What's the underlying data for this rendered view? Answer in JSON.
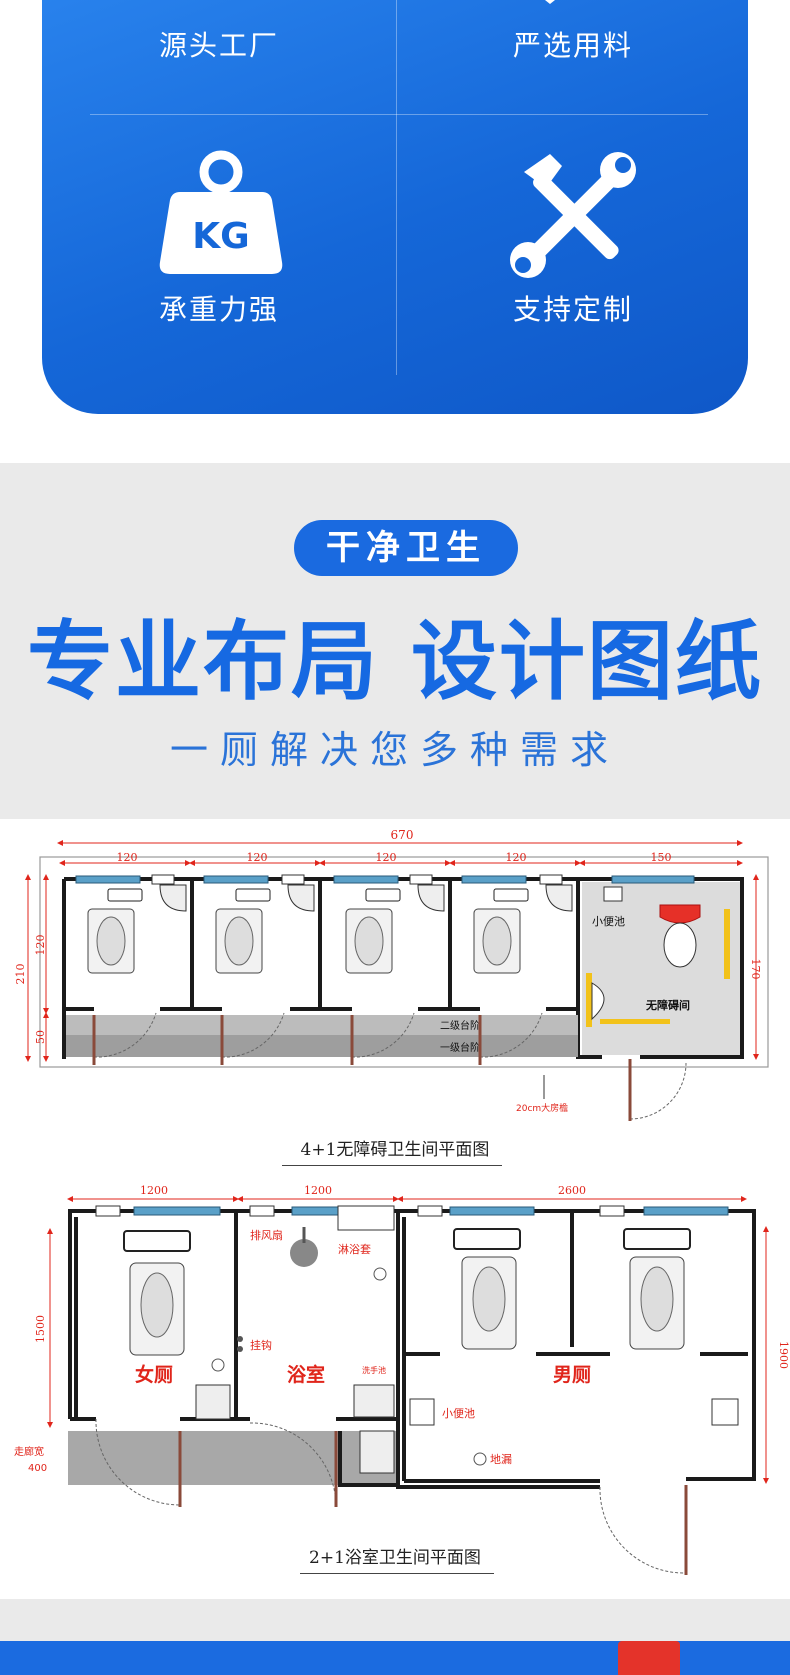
{
  "features": {
    "items": [
      {
        "label": "源头工厂",
        "icon": "factory-icon"
      },
      {
        "label": "严选用料",
        "icon": "material-icon"
      },
      {
        "label": "承重力强",
        "icon": "kg-weight-icon",
        "icon_text": "KG"
      },
      {
        "label": "支持定制",
        "icon": "wrench-hammer-icon"
      }
    ]
  },
  "section": {
    "badge": "干净卫生",
    "headline": "专业布局 设计图纸",
    "subline": "一厕解决您多种需求"
  },
  "plan1": {
    "caption": "4+1无障碍卫生间平面图",
    "total_width": "670",
    "widths": [
      "120",
      "120",
      "120",
      "120",
      "150"
    ],
    "height_total": "210",
    "height_upper": "120",
    "height_lower": "50",
    "height_right": "170",
    "labels": {
      "urinal": "小便池",
      "accessible": "无障碍间",
      "step2": "二级台阶",
      "step1": "一级台阶",
      "eave": "20cm大房檐"
    }
  },
  "plan2": {
    "caption": "2+1浴室卫生间平面图",
    "widths": [
      "1200",
      "1200",
      "2600"
    ],
    "height_left": "1500",
    "height_right": "1900",
    "corridor_label": "走廊宽",
    "corridor_value": "400",
    "labels": {
      "women": "女厕",
      "bath": "浴室",
      "men": "男厕",
      "fan": "排风扇",
      "shower": "淋浴套",
      "hook": "挂钩",
      "basin": "洗手池",
      "urinal": "小便池",
      "drain": "地漏"
    }
  },
  "colors": {
    "brand_blue": "#1669e2",
    "dim_red": "#e0251b",
    "accent_yellow": "#f2c21a"
  }
}
